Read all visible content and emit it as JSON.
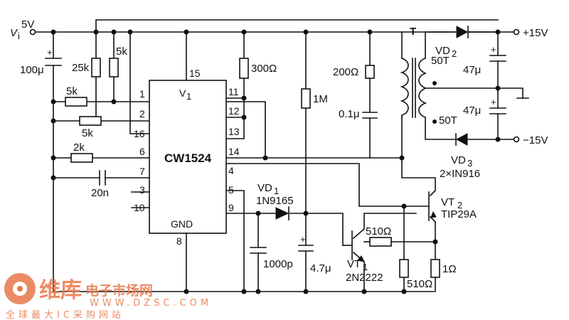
{
  "input": {
    "symbol": "V",
    "subscript": "i",
    "voltage": "5V"
  },
  "ic": {
    "name": "CW1524",
    "supply_label": "V",
    "supply_sub": "1",
    "gnd_label": "GND",
    "pins": {
      "p1": "1",
      "p2": "2",
      "p16": "16",
      "p6": "6",
      "p7": "7",
      "p3": "3",
      "p10": "10",
      "p15": "15",
      "p11": "11",
      "p12": "12",
      "p13": "13",
      "p14": "14",
      "p4": "4",
      "p5": "5",
      "p9": "9",
      "p8": "8"
    }
  },
  "components": {
    "c_in": "100μ",
    "r25k": "25k",
    "r5k_top": "5k",
    "r5k_pin1": "5k",
    "r5k_pin2": "5k",
    "r2k": "2k",
    "c20n": "20n",
    "r300": "300Ω",
    "r1m": "1M",
    "r200": "200Ω",
    "c01": "0.1μ",
    "transformer": "T",
    "turns_top": "50T",
    "turns_bot": "50T",
    "vd1": "VD",
    "vd1_sub": "1",
    "vd1_part": "1N9165",
    "c1000p": "1000p",
    "c47u": "4.7μ",
    "vt1": "VT",
    "vt1_sub": "1",
    "vt1_part": "2N2222",
    "r510_h": "510Ω",
    "r510_v": "510Ω",
    "r1": "1Ω",
    "vt2": "VT",
    "vt2_sub": "2",
    "vt2_part": "TIP29A",
    "vd2": "VD",
    "vd2_sub": "2",
    "vd3": "VD",
    "vd3_sub": "3",
    "vd3_part": "2×IN916",
    "c47_top": "47μ",
    "c47_bot": "47μ"
  },
  "outputs": {
    "pos": "+15V",
    "neg": "−15V"
  },
  "watermark": {
    "brand": "维库",
    "brand2": "电子市场网",
    "url": "WWW.DZSC.COM",
    "tagline": "全球最大IC采购网站"
  }
}
